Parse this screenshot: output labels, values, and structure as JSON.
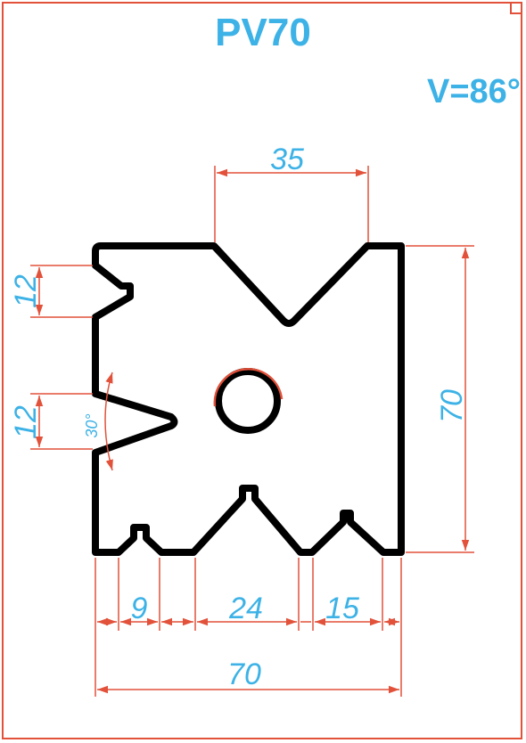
{
  "title": "PV70",
  "v_angle": "V=86°",
  "dimensions": {
    "top_width": "35",
    "left_upper_height": "12",
    "left_lower_height": "12",
    "notch_angle": "30°",
    "right_height": "70",
    "bottom_a": "9",
    "bottom_b": "24",
    "bottom_c": "15",
    "overall_width": "70"
  },
  "colors": {
    "accent": "#3db2e6",
    "dimension_lines": "#e2513a",
    "profile": "#000000"
  }
}
